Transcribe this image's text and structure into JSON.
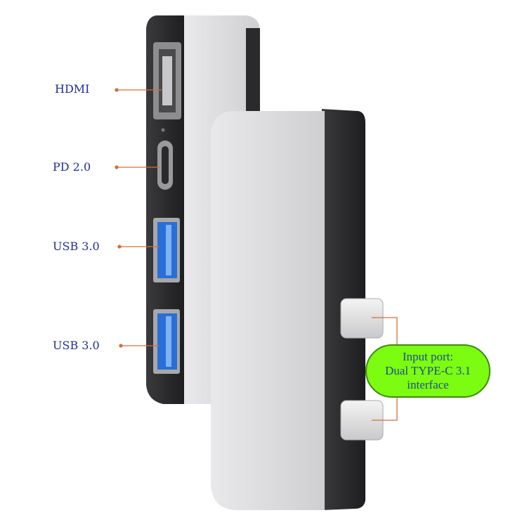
{
  "labels": {
    "hdmi": "HDMI",
    "pd": "PD 2.0",
    "usb1": "USB 3.0",
    "usb2": "USB 3.0"
  },
  "callout": {
    "line1": "Input port:",
    "line2": "Dual TYPE-C 3.1",
    "line3": "interface"
  },
  "colors": {
    "label_text": "#1f2f8f",
    "leader": "#d0703a",
    "callout_fill": "#7cfc10",
    "port_blue": "#2a6fd6"
  }
}
